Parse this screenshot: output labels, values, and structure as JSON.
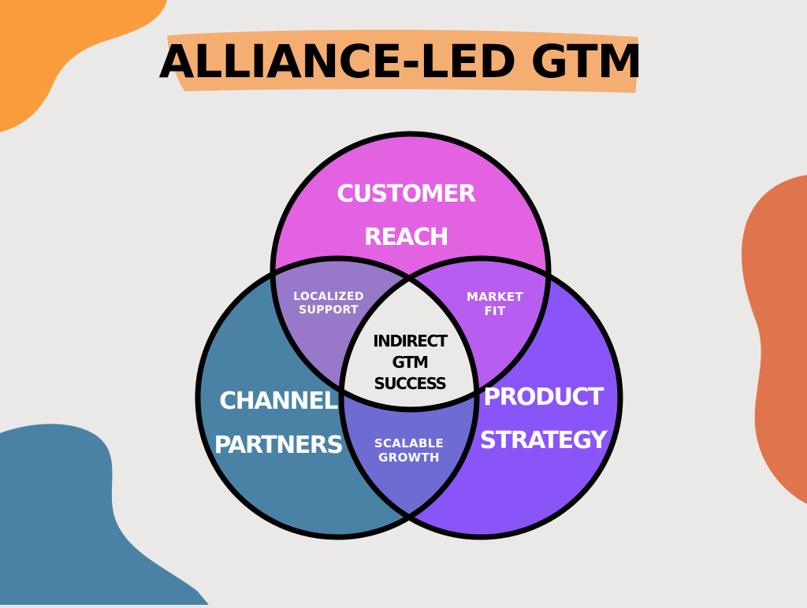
{
  "title": "ALLIANCE-LED GTM",
  "colors": {
    "background": "#ebe9e8",
    "title_banner": "#f5ae72",
    "blob_orange_top_left": "#f89c3c",
    "blob_orange_right": "#e0754d",
    "blob_blue_bottom_left": "#4a82a6",
    "circle_customer_reach": "#e262e2",
    "circle_channel_partners": "#4a82a6",
    "circle_product_strategy": "#8a55f8",
    "overlap_customer_channel": "#9878c8",
    "overlap_customer_product": "#b75ef0",
    "overlap_channel_product": "#6e6cd2",
    "center": "#ebe9e8",
    "outline": "#000000",
    "label_text_light": "#ffffff",
    "label_text_dark": "#000000"
  },
  "circles": {
    "customer_reach": [
      "CUSTOMER",
      "REACH"
    ],
    "channel_partners": [
      "CHANNEL",
      "PARTNERS"
    ],
    "product_strategy": [
      "PRODUCT",
      "STRATEGY"
    ]
  },
  "overlaps": {
    "customer_channel": [
      "LOCALIZED",
      "SUPPORT"
    ],
    "customer_product": [
      "MARKET",
      "FIT"
    ],
    "channel_product": [
      "SCALABLE",
      "GROWTH"
    ]
  },
  "center": [
    "INDIRECT",
    "GTM",
    "SUCCESS"
  ]
}
